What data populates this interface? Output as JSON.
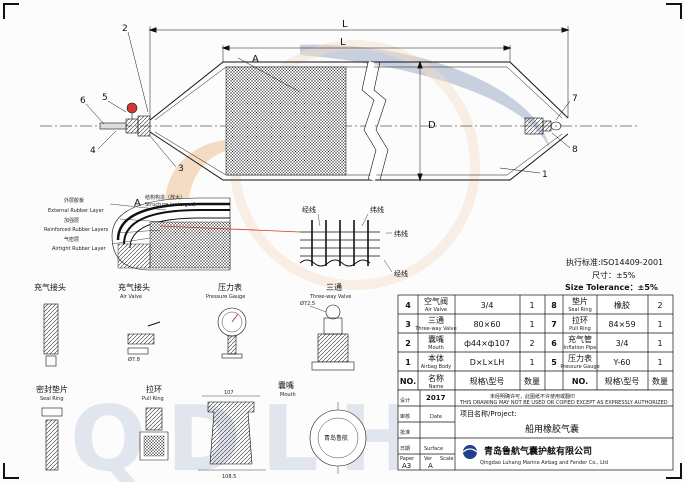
{
  "main_view": {
    "dim_L_outer": "L",
    "dim_L_inner": "L",
    "dim_D": "D",
    "label_A": "A",
    "callouts": [
      "1",
      "2",
      "3",
      "4",
      "5",
      "6",
      "7",
      "8"
    ]
  },
  "structure": {
    "title_cn": "结构构造（放大）",
    "title_en": "Structure (enlarged)",
    "label_A": "A",
    "external_cn": "外层胶板",
    "external_en": "External Rubber Layer",
    "reinforced_cn": "加强层",
    "reinforced_en": "Reinforced Rubber Layers",
    "airtight_cn": "气密层",
    "airtight_en": "Airtight Rubber Layer"
  },
  "weave": {
    "warp_top": "经线",
    "weft_top": "纬线",
    "weft_right": "纬线",
    "warp_right": "经线"
  },
  "standard": {
    "exec_std": "执行标准:ISO14409-2001",
    "size_cn": "尺寸：±5%",
    "size_en": "Size Tolerance：±5%"
  },
  "parts": {
    "air_valve_cn": "充气接头",
    "air_valve_en": "Air Valve",
    "air_valve_dim": "Ø7.8",
    "gauge_cn": "压力表",
    "gauge_en": "Pressure Gauge",
    "tee_cn": "三通",
    "tee_en": "Three-way Valve",
    "tee_dim": "Ø72.5",
    "seal_cn": "密封垫片",
    "seal_en": "Seal Ring",
    "pull_cn": "拉环",
    "pull_en": "Pull Ring",
    "mouth_cn": "囊嘴",
    "mouth_en": "Mouth",
    "mouth_dim_top": "107",
    "mouth_dim_bottom": "108.5",
    "mouth_emblem": "青岛鲁航"
  },
  "bom": {
    "rows": [
      {
        "no_l": "4",
        "name_l_cn": "空气阀",
        "name_l_en": "Air Valve",
        "spec_l": "3/4",
        "qty_l": "1",
        "no_r": "8",
        "name_r_cn": "垫片",
        "name_r_en": "Seal Ring",
        "spec_r": "橡胶",
        "qty_r": "2"
      },
      {
        "no_l": "3",
        "name_l_cn": "三通",
        "name_l_en": "Three-way Valve",
        "spec_l": "80×60",
        "qty_l": "1",
        "no_r": "7",
        "name_r_cn": "拉环",
        "name_r_en": "Pull Ring",
        "spec_r": "84×59",
        "qty_r": "1"
      },
      {
        "no_l": "2",
        "name_l_cn": "囊嘴",
        "name_l_en": "Mouth",
        "spec_l": "ф44×ф107",
        "qty_l": "2",
        "no_r": "6",
        "name_r_cn": "充气管",
        "name_r_en": "Inflation Pipe",
        "spec_r": "3/4",
        "qty_r": "1"
      },
      {
        "no_l": "1",
        "name_l_cn": "本体",
        "name_l_en": "Airbag Body",
        "spec_l": "D×L×LH",
        "qty_l": "1",
        "no_r": "5",
        "name_r_cn": "压力表",
        "name_r_en": "Pressure Gauge",
        "spec_r": "Y-60",
        "qty_r": "1"
      }
    ],
    "header": {
      "no": "NO.",
      "name_cn": "名称",
      "name_en": "Name",
      "spec": "规格\\型号",
      "qty": "数量"
    }
  },
  "title_block": {
    "year": "2017",
    "date_label": "Date",
    "notice_cn": "未经明确许可，此图纸不许使用或翻印",
    "notice_en": "THIS DRAWING MAY NOT BE USED OR COPIED EXCEPT AS EXPRESSLY AUTHORIZED",
    "project_label": "项目名称/Project:",
    "project_name": "船用橡胶气囊",
    "surface_label": "Surface",
    "ver_label": "Ver",
    "paper_label": "Paper",
    "scale_label": "Scale",
    "paper_value": "A3",
    "ver_value": "A",
    "company_cn": "青岛鲁航气囊护舷有限公司",
    "company_en": "Qingdao Luhang Marine Airbag and Fender Co., Ltd",
    "left_labels": [
      "设计",
      "审核",
      "批准",
      "日期"
    ]
  },
  "watermark": "QDLH",
  "colors": {
    "accent_red": "#d4372f",
    "watermark_blue": "#6a7fae",
    "watermark_orange": "#e7a35b",
    "line": "#111111"
  }
}
